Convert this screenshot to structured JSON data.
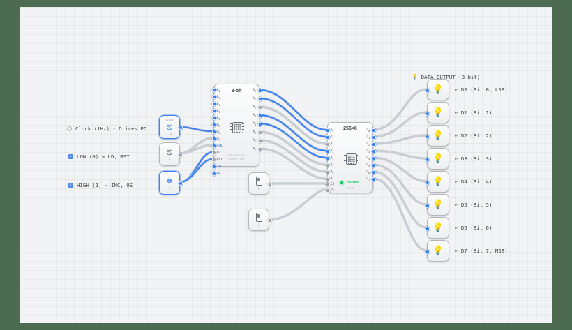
{
  "canvas": {
    "grid": true,
    "bg_color": "#f2f3f4",
    "frame_color": "#4c6b50"
  },
  "palette": {
    "wire_active": "#3b82f6",
    "wire_idle": "#9aa0a6",
    "accent": "#3b82f6",
    "status_green": "#22c55e",
    "bulb_amber": "#e0b321"
  },
  "annotations": {
    "clock": {
      "icon": "clock-icon",
      "text": "Clock (1Hz) - Drives PC"
    },
    "low": {
      "icon": "arrow-down-square-icon",
      "text": "LOW (0) → LD, RST"
    },
    "high": {
      "icon": "arrow-down-square-icon",
      "text": "HIGH (1) → INC, OE"
    },
    "data_output": {
      "icon": "lightbulb-icon",
      "text": "DATA OUTPUT (8-bit)"
    }
  },
  "sources": [
    {
      "name": "clock-source",
      "caption": "Clock",
      "glyph": "⎍",
      "value": "1 Hz",
      "selected": true
    },
    {
      "name": "low-source",
      "caption": "",
      "glyph": "⎍",
      "value": "0",
      "selected": false
    },
    {
      "name": "high-source",
      "caption": "",
      "glyph": "⎍",
      "value": "1",
      "selected": true
    }
  ],
  "switches": [
    {
      "name": "switch-a",
      "value": "0"
    },
    {
      "name": "switch-b",
      "value": "0"
    }
  ],
  "program_counter": {
    "title": "8-bit",
    "subtitle_line1": "PROGRAM",
    "subtitle_line2": "COUNTER",
    "inputs_data": [
      "D0",
      "D1",
      "D2",
      "D3",
      "D4",
      "D5",
      "D6",
      "D7"
    ],
    "inputs_ctrl": [
      "CLK",
      "LD",
      "RST",
      "INC",
      "OE"
    ],
    "ctrl_active": [
      true,
      false,
      false,
      true,
      true
    ],
    "outputs": [
      "A0",
      "A1",
      "A2",
      "A3",
      "A4",
      "A5",
      "A6",
      "A7"
    ],
    "outputs_active": [
      true,
      true,
      false,
      true,
      true,
      false,
      false,
      false
    ]
  },
  "rom": {
    "title": "256×8",
    "subtitle": "ROM",
    "status": "LOADED",
    "inputs_addr": [
      "A0",
      "A1",
      "A2",
      "A3",
      "A4",
      "A5",
      "A6",
      "A7"
    ],
    "inputs_addr_active": [
      true,
      true,
      false,
      true,
      true,
      false,
      false,
      false
    ],
    "inputs_ctrl": [
      "CS",
      "OE"
    ],
    "outputs": [
      "Q0",
      "Q1",
      "Q2",
      "Q3",
      "Q4",
      "Q5",
      "Q6",
      "Q7"
    ]
  },
  "outputs": [
    {
      "name": "output-d0",
      "icon": "lamp-icon",
      "label": "← D0 (Bit 0, LSB)"
    },
    {
      "name": "output-d1",
      "icon": "lamp-icon",
      "label": "← D1 (Bit 1)"
    },
    {
      "name": "output-d2",
      "icon": "lamp-icon",
      "label": "← D2 (Bit 2)"
    },
    {
      "name": "output-d3",
      "icon": "lamp-icon",
      "label": "← D3 (Bit 3)"
    },
    {
      "name": "output-d4",
      "icon": "lamp-icon",
      "label": "← D4 (Bit 4)"
    },
    {
      "name": "output-d5",
      "icon": "lamp-icon",
      "label": "← D5 (Bit 5)"
    },
    {
      "name": "output-d6",
      "icon": "lamp-icon",
      "label": "← D6 (Bit 6)"
    },
    {
      "name": "output-d7",
      "icon": "lamp-icon",
      "label": "← D7 (Bit 7, MSB)"
    }
  ]
}
